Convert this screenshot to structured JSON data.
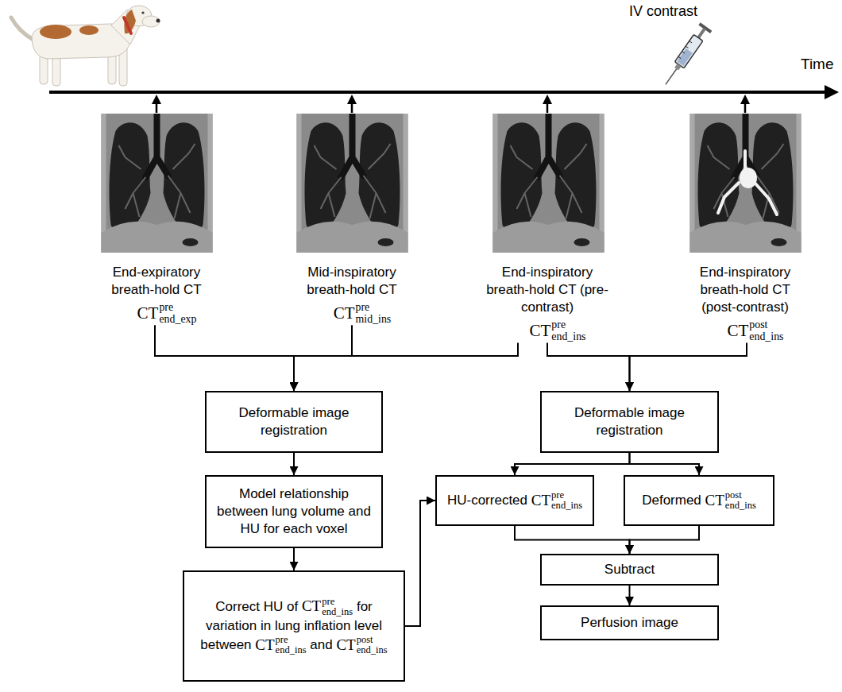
{
  "diagram": {
    "nodes": [
      {
        "text": [
          "End-expiratory breath-hold CT",
          "CT pre end_exp"
        ]
      },
      {
        "text": [
          "Mid-inspiratory breath-hold CT",
          "CT pre mid_ins"
        ]
      },
      {
        "text": [
          "End-inspiratory breath-hold CT (pre-contrast)",
          "CT pre end_ins"
        ]
      },
      {
        "text": [
          "End-inspiratory breath-hold CT (post-contrast)",
          "CT post end_ins"
        ]
      },
      {
        "text": [
          "Deformable image registration"
        ]
      },
      {
        "text": [
          "Model relationship between lung volume and HU for each voxel"
        ]
      },
      {
        "text": [
          "Correct HU of CT pre end_ins for variation in lung inflation level between CT pre end_ins and CT post end_ins"
        ]
      },
      {
        "text": [
          "Deformable image registration"
        ]
      },
      {
        "text": [
          "HU-corrected CT pre end_ins"
        ]
      },
      {
        "text": [
          "Deformed CT post end_ins"
        ]
      },
      {
        "text": [
          "Subtract"
        ]
      },
      {
        "text": [
          "Perfusion image"
        ]
      }
    ],
    "edges": [
      {
        "from": 0,
        "to": 4,
        "arrow": "to"
      },
      {
        "from": 1,
        "to": 4,
        "arrow": "to"
      },
      {
        "from": 2,
        "to": 4,
        "arrow": "to"
      },
      {
        "from": 2,
        "to": 7,
        "arrow": "to"
      },
      {
        "from": 3,
        "to": 7,
        "arrow": "to"
      },
      {
        "from": 4,
        "to": 5,
        "arrow": "to"
      },
      {
        "from": 5,
        "to": 6,
        "arrow": "to"
      },
      {
        "from": 6,
        "to": 8,
        "arrow": "to"
      },
      {
        "from": 7,
        "to": 8,
        "arrow": "to"
      },
      {
        "from": 7,
        "to": 9,
        "arrow": "to"
      },
      {
        "from": 8,
        "to": 10,
        "arrow": "to"
      },
      {
        "from": 9,
        "to": 10,
        "arrow": "to"
      },
      {
        "from": 10,
        "to": 11,
        "arrow": "to"
      }
    ],
    "labels": [
      "IV contrast",
      "Time"
    ]
  }
}
